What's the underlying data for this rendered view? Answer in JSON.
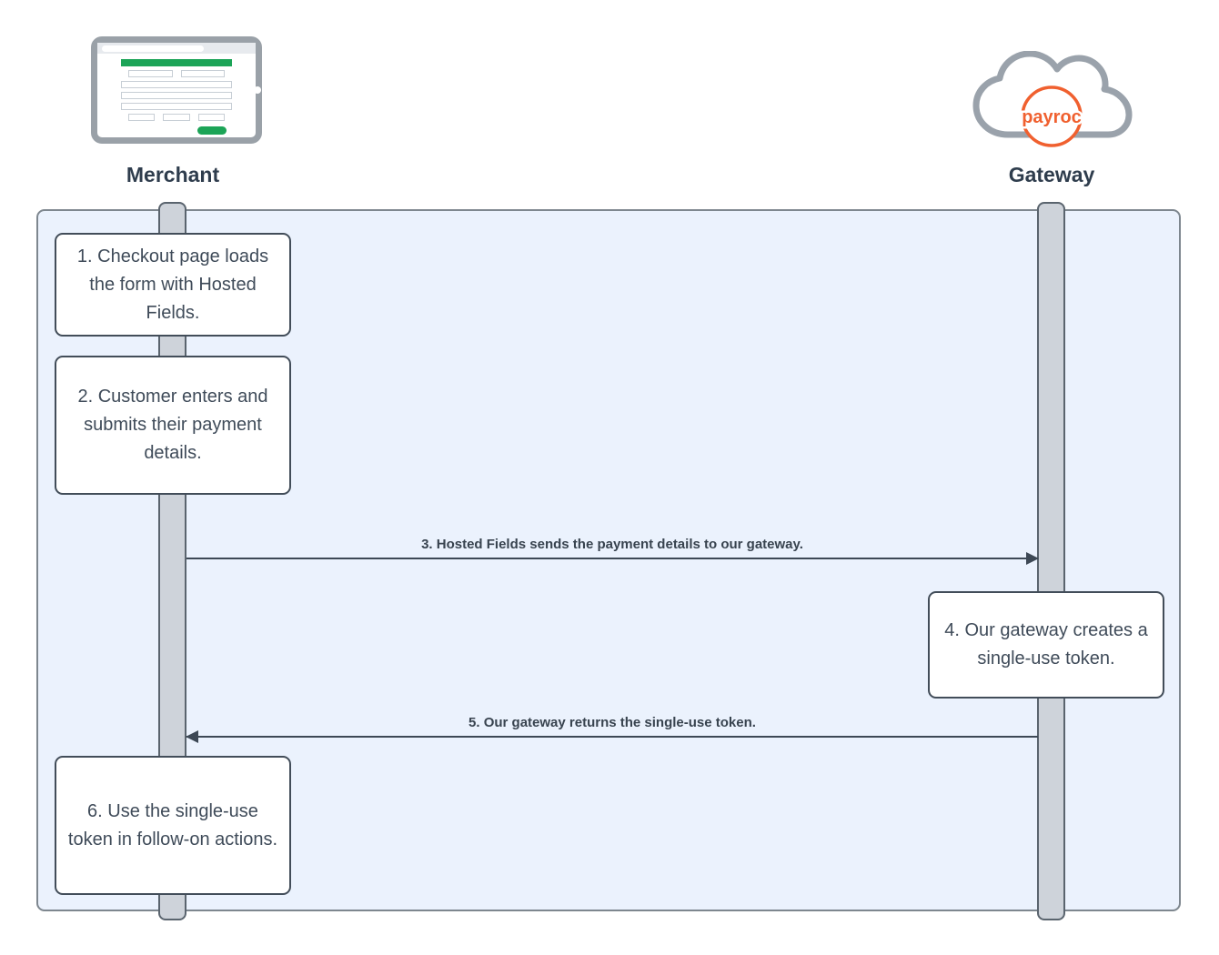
{
  "actors": {
    "merchant": {
      "label": "Merchant",
      "icon": "browser-checkout-form-icon"
    },
    "gateway": {
      "label": "Gateway",
      "icon": "payroc-cloud-icon",
      "logo_text": "payroc"
    }
  },
  "steps": {
    "step1": "1. Checkout page loads the form with Hosted Fields.",
    "step2": "2. Customer enters and submits their payment details.",
    "step3": "3. Hosted Fields sends the payment details to our gateway.",
    "step4": "4. Our gateway creates a single-use token.",
    "step5": "5. Our gateway returns the single-use token.",
    "step6": "6. Use the single-use token in follow-on actions."
  },
  "colors": {
    "accent_green": "#1ca457",
    "accent_orange": "#f0602f",
    "frame_fill": "#ebf2fd",
    "frame_border": "#7e878f",
    "lifeline_fill": "#ced3da",
    "box_border": "#424d59",
    "text_dark": "#2f3d4d",
    "arrow": "#3d4855"
  }
}
